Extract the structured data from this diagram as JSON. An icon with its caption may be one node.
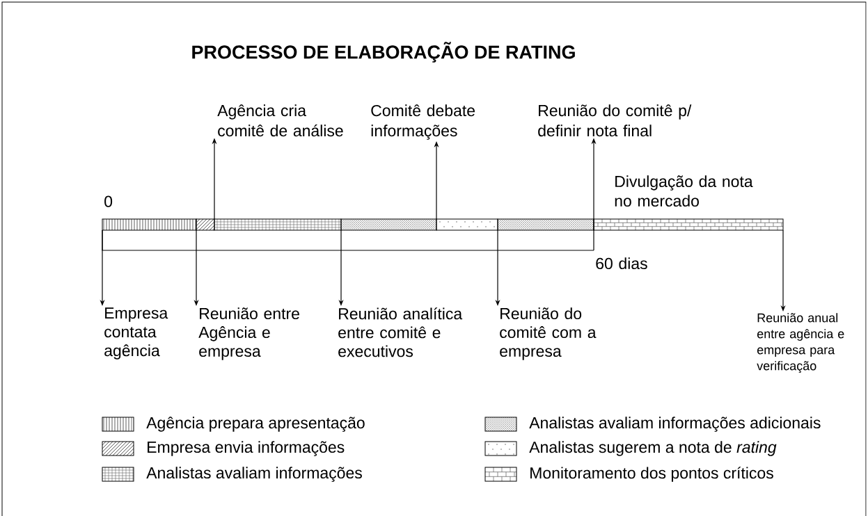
{
  "diagram": {
    "title": "PROCESSO DE ELABORAÇÃO DE RATING",
    "nodes": [
      {
        "text": [
          "Agência cria comitê de análise"
        ]
      },
      {
        "text": [
          "Comitê debate informações"
        ]
      },
      {
        "text": [
          "Reunião do comitê p/ definir nota final"
        ]
      },
      {
        "text": [],
        "shape": "bar"
      },
      {
        "text": [],
        "shape": "bar"
      },
      {
        "text": [],
        "shape": "bar"
      },
      {
        "text": [],
        "shape": "bar"
      },
      {
        "text": [],
        "shape": "bar"
      },
      {
        "text": [],
        "shape": "bar"
      },
      {
        "text": [],
        "shape": "bar"
      },
      {
        "text": [
          "Empresa contata agência"
        ]
      },
      {
        "text": [
          "Reunião entre Agência e empresa"
        ]
      },
      {
        "text": [
          "Reunião analítica entre comitê e executivos"
        ]
      },
      {
        "text": [
          "Reunião do comitê com a empresa"
        ]
      },
      {
        "text": [
          "Reunião anual entre agência e empresa para verificação"
        ]
      }
    ],
    "edges": [
      {
        "from": 5,
        "to": 0,
        "arrow": "to"
      },
      {
        "from": 7,
        "to": 1,
        "arrow": "to"
      },
      {
        "from": null,
        "to": 2,
        "arrow": "to"
      },
      {
        "from": 3,
        "to": 10,
        "arrow": "to"
      },
      {
        "from": 4,
        "to": 11,
        "arrow": "to"
      },
      {
        "from": 6,
        "to": 12,
        "arrow": "to"
      },
      {
        "from": 8,
        "to": 13,
        "arrow": "to"
      },
      {
        "from": 9,
        "to": 14,
        "arrow": "to"
      }
    ],
    "labels": [
      "Divulgação da nota no mercado",
      "0",
      "60 dias"
    ],
    "legend": [
      {
        "text": "Agência prepara apresentação"
      },
      {
        "text": "Empresa envia informações"
      },
      {
        "text": "Analistas avaliam informações"
      },
      {
        "text": "Analistas avaliam informações adicionais"
      },
      {
        "text": "Analistas sugerem a nota de *rating*"
      },
      {
        "text": "Monitoramento dos pontos críticos"
      }
    ]
  }
}
